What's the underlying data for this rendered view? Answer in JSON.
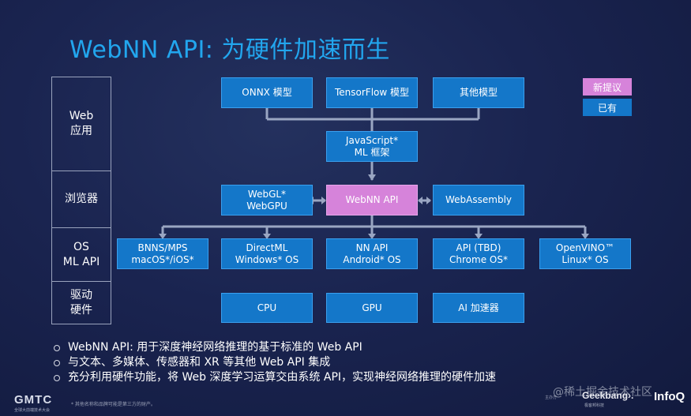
{
  "title": "WebNN API: 为硬件加速而生",
  "layers": [
    {
      "label": "Web\n应用"
    },
    {
      "label": "浏览器"
    },
    {
      "label": "OS\nML API"
    },
    {
      "label": "驱动\n硬件"
    }
  ],
  "legend": {
    "new_label": "新提议",
    "existing_label": "已有",
    "new_color": "#d683da",
    "existing_color": "#1477c9"
  },
  "nodes": {
    "onnx": "ONNX 模型",
    "tensorflow": "TensorFlow 模型",
    "other_models": "其他模型",
    "js_ml": "JavaScript*\nML 框架",
    "webgl": "WebGL*\nWebGPU",
    "webnn": "WebNN API",
    "wasm": "WebAssembly",
    "bnns": "BNNS/MPS\nmacOS*/iOS*",
    "directml": "DirectML\nWindows* OS",
    "nnapi": "NN API\nAndroid* OS",
    "api_tbd": "API (TBD)\nChrome OS*",
    "openvino": "OpenVINO™\nLinux* OS",
    "cpu": "CPU",
    "gpu": "GPU",
    "ai_accel": "AI 加速器"
  },
  "bullets": [
    "WebNN API: 用于深度神经网络推理的基于标准的 Web API",
    "与文本、多媒体、传感器和 XR 等其他 Web API 集成",
    "充分利用硬件功能，将 Web 深度学习运算交由系统 API，实现神经网络推理的硬件加速"
  ],
  "footer": {
    "gmtc": "GMTC",
    "gmtc_sub": "全球大前端技术大会",
    "footnote": "* 其他名称和品牌可能是第三方的财产。",
    "sponsor": "主办方",
    "geekbang": "Geekbang›.",
    "geekbang_sub": "极客邦科技",
    "infoq": "InfoQ",
    "watermark": "@稀土掘金技术社区"
  }
}
